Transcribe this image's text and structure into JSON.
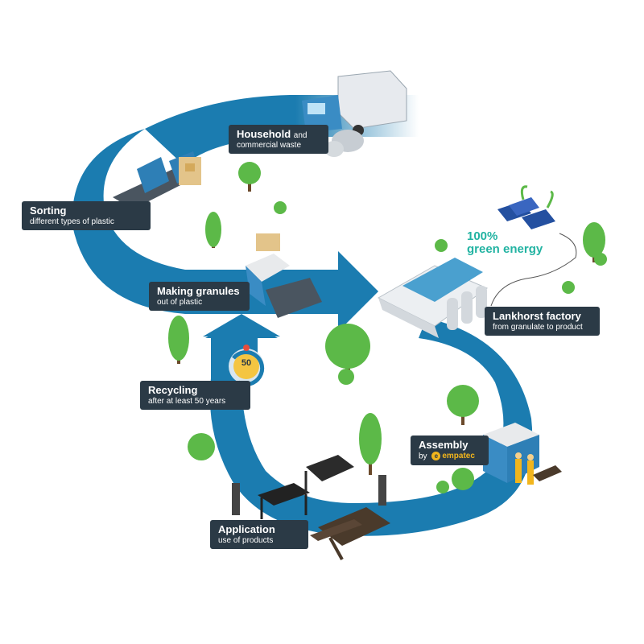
{
  "steps": {
    "household": {
      "title": "Household",
      "title_suffix": "and",
      "subtitle": "commercial waste"
    },
    "sorting": {
      "title": "Sorting",
      "subtitle": "different types of plastic"
    },
    "granules": {
      "title": "Making granules",
      "subtitle": "out of plastic"
    },
    "lankhorst": {
      "title": "Lankhorst factory",
      "subtitle": "from granulate to product"
    },
    "recycling": {
      "title": "Recycling",
      "subtitle": "after at least 50 years"
    },
    "assembly": {
      "title": "Assembly",
      "subtitle": "by",
      "logo_letter": "e",
      "logo_text": "empatec"
    },
    "application": {
      "title": "Application",
      "subtitle": "use of products"
    }
  },
  "energy": {
    "line1": "100%",
    "line2": "green energy"
  },
  "recycling_badge": "50",
  "colors": {
    "path": "#1b7cb0",
    "label_bg": "#2b3a46",
    "energy_text": "#22b3a2",
    "tree": "#5cb948",
    "logo": "#f2b51c"
  }
}
